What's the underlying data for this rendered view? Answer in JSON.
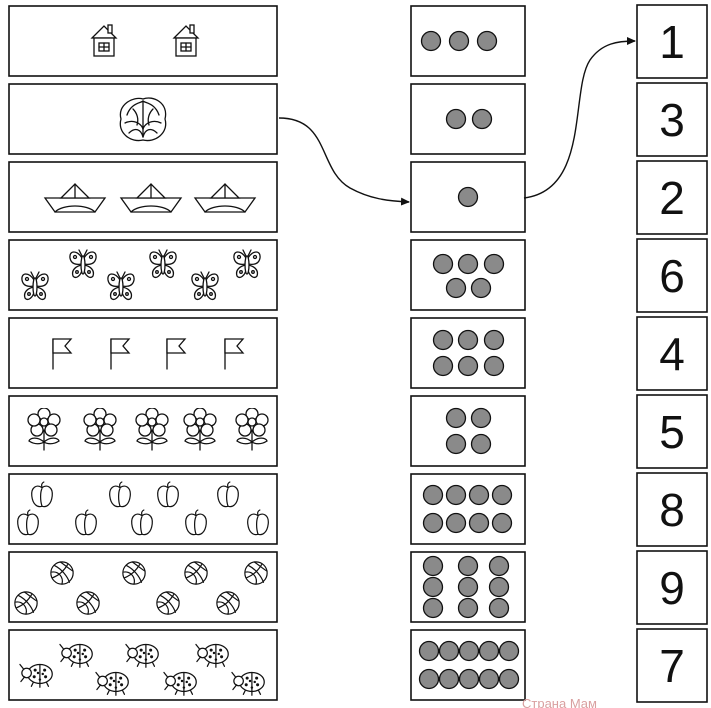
{
  "title": "",
  "colors": {
    "ink": "#111111",
    "dot_fill": "#8a8a8a",
    "watermark": "#d9a0a0"
  },
  "picture_rows": [
    {
      "object": "house-icon",
      "count": 2
    },
    {
      "object": "cabbage-icon",
      "count": 1
    },
    {
      "object": "paper-boat-icon",
      "count": 3
    },
    {
      "object": "butterfly-icon",
      "count": 6
    },
    {
      "object": "flag-icon",
      "count": 4
    },
    {
      "object": "flower-icon",
      "count": 5
    },
    {
      "object": "apple-icon",
      "count": 9
    },
    {
      "object": "volleyball-icon",
      "count": 8
    },
    {
      "object": "ladybug-icon",
      "count": 7
    }
  ],
  "dot_cards": [
    3,
    2,
    1,
    5,
    6,
    4,
    8,
    9,
    10
  ],
  "numbers": [
    "1",
    "3",
    "2",
    "6",
    "4",
    "5",
    "8",
    "9",
    "7"
  ],
  "connections": [
    {
      "from": "picture-row-2",
      "to": "dot-card-3"
    },
    {
      "from": "dot-card-3",
      "to": "number-box-1"
    }
  ],
  "watermark": "Страна Мам"
}
